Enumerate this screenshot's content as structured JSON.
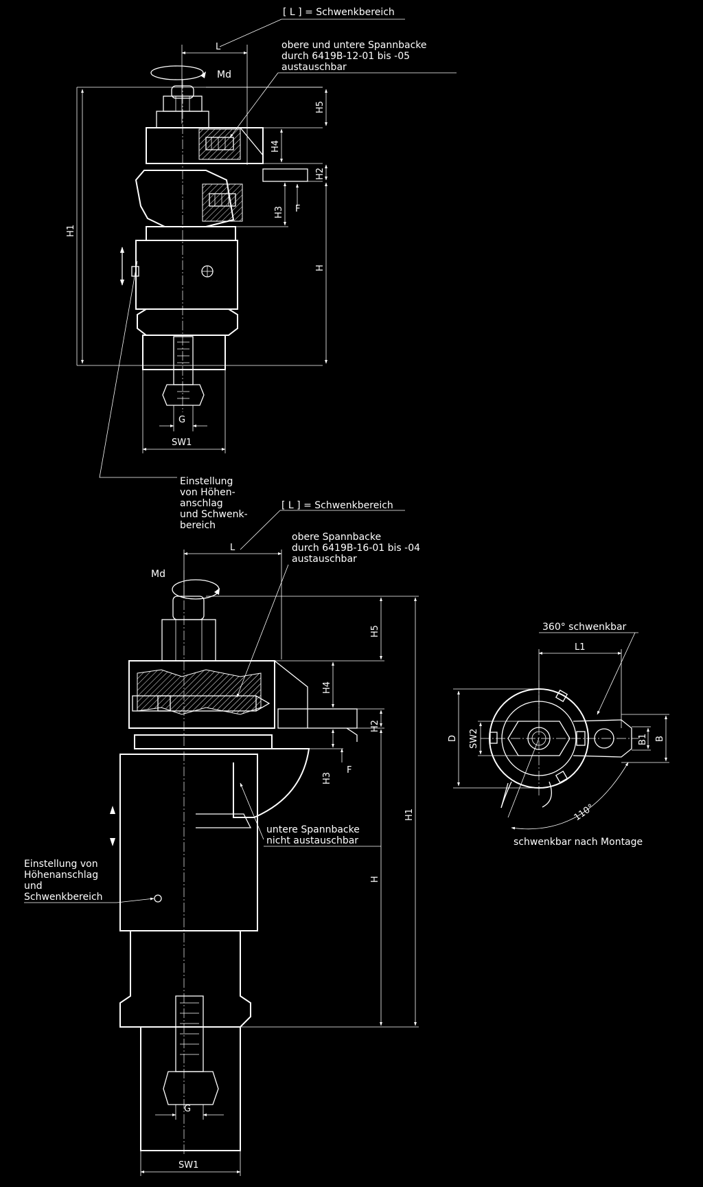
{
  "colors": {
    "background": "#000000",
    "ink": "#ffffff"
  },
  "top_view": {
    "labels": {
      "swing_range": "[ L ] = Schwenkbereich",
      "L": "L",
      "jaw_note": [
        "obere und untere Spannbacke",
        "durch 6419B-12-01 bis -05",
        "austauschbar"
      ],
      "Md": "Md",
      "H5": "H5",
      "H4": "H4",
      "H2": "H2",
      "H3": "H3",
      "F": "F",
      "H": "H",
      "H1": "H1",
      "G": "G",
      "SW1": "SW1",
      "adjust_note": [
        "Einstellung",
        "von Höhen-",
        "anschlag",
        "und Schwenk-",
        "bereich"
      ]
    }
  },
  "bottom_view": {
    "labels": {
      "swing_range": "[ L ] = Schwenkbereich",
      "L": "L",
      "jaw_note": [
        "obere Spannbacke",
        "durch 6419B-16-01 bis -04",
        "austauschbar"
      ],
      "Md": "Md",
      "H5": "H5",
      "H4": "H4",
      "H2": "H2",
      "H3": "H3",
      "F": "F",
      "H": "H",
      "H1": "H1",
      "lower_jaw_note": [
        "untere Spannbacke",
        "nicht austauschbar"
      ],
      "adjust_note": [
        "Einstellung von",
        "Höhenanschlag",
        "und",
        "Schwenkbereich"
      ],
      "G": "G",
      "SW1": "SW1"
    }
  },
  "plan_view": {
    "labels": {
      "rotate_note": "360° schwenkbar",
      "L1": "L1",
      "D": "D",
      "SW2": "SW2",
      "B1": "B1",
      "B": "B",
      "angle": "110°",
      "after_mount_note": "schwenkbar nach Montage"
    }
  }
}
